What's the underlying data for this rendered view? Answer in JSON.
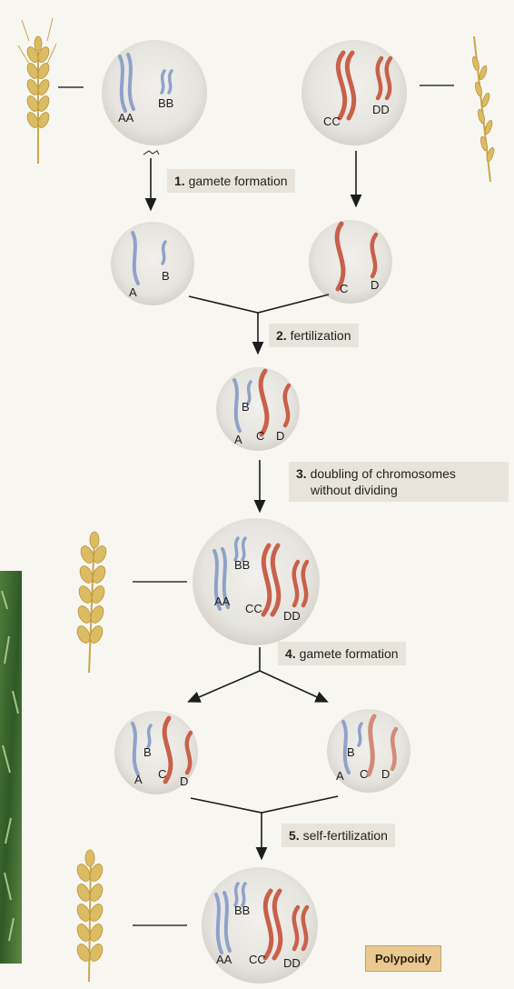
{
  "steps": [
    {
      "num": "1.",
      "text": "gamete formation"
    },
    {
      "num": "2.",
      "text": "fertilization"
    },
    {
      "num": "3.",
      "text": "doubling of chromosomes",
      "text2": "without dividing"
    },
    {
      "num": "4.",
      "text": "gamete formation"
    },
    {
      "num": "5.",
      "text": "self-fertilization"
    }
  ],
  "labels": {
    "parent_left": [
      "AA",
      "BB"
    ],
    "parent_right": [
      "CC",
      "DD"
    ],
    "gamete_left": [
      "A",
      "B"
    ],
    "gamete_right": [
      "C",
      "D"
    ],
    "hybrid": [
      "B",
      "A",
      "C",
      "D"
    ],
    "polyploid": [
      "BB",
      "AA",
      "CC",
      "DD"
    ],
    "gamete4_left": [
      "B",
      "A",
      "C",
      "D"
    ],
    "gamete4_right": [
      "B",
      "A",
      "C",
      "D"
    ],
    "offspring": [
      "BB",
      "AA",
      "CC",
      "DD"
    ]
  },
  "badge": "Polypoidy",
  "colors": {
    "blue_chromosome": "#8ea2c9",
    "red_chromosome": "#c9604a",
    "wheat": "#d9b95f",
    "cell": "#e7e5df",
    "label_box": "#e8e4db",
    "badge": "#e9c98f"
  }
}
